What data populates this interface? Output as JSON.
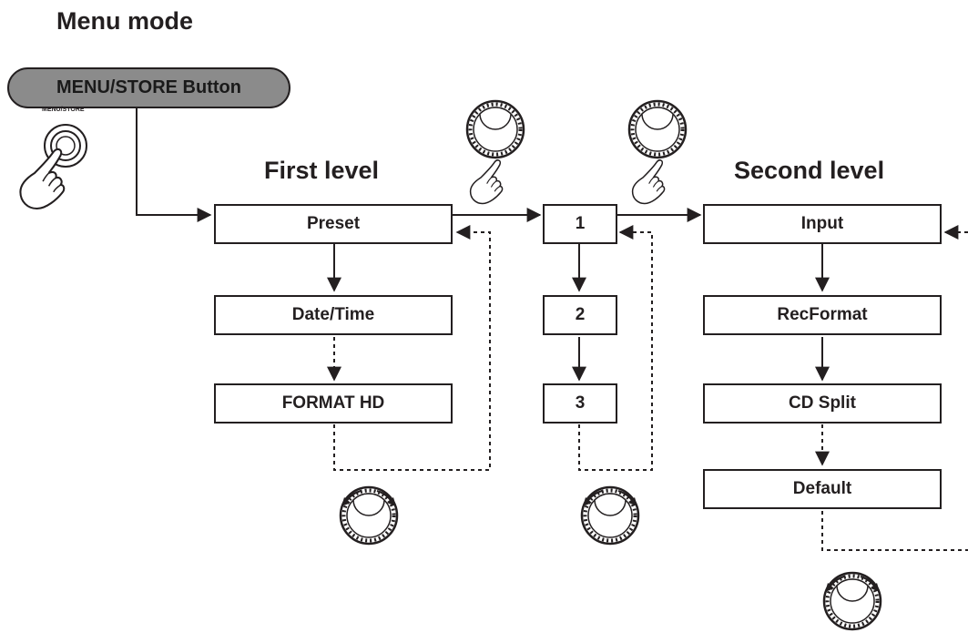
{
  "title": "Menu mode",
  "menu_button": {
    "label": "MENU/STORE Button",
    "small_label": "MENU/STORE"
  },
  "first_level": {
    "title": "First level",
    "items": [
      "Preset",
      "Date/Time",
      "FORMAT HD"
    ]
  },
  "preset_list": {
    "items": [
      "1",
      "2",
      "3"
    ]
  },
  "second_level": {
    "title": "Second level",
    "items": [
      "Input",
      "RecFormat",
      "CD Split",
      "Default"
    ]
  },
  "icons": [
    "press-finger-icon",
    "jog-dial-push-icon",
    "jog-dial-rotate-icon"
  ]
}
